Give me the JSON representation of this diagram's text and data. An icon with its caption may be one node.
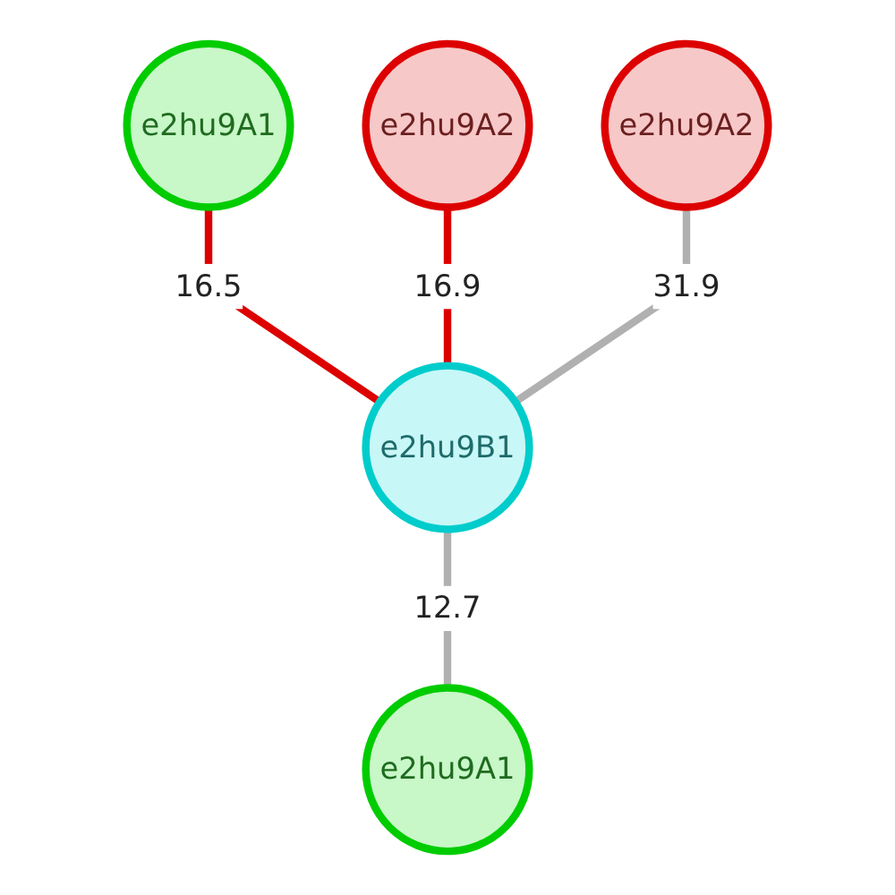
{
  "diagram": {
    "nodes": [
      {
        "text": [
          "e2hu9A1"
        ]
      },
      {
        "text": [
          "e2hu9A2"
        ]
      },
      {
        "text": [
          "e2hu9A2"
        ]
      },
      {
        "text": [
          "e2hu9B1"
        ]
      },
      {
        "text": [
          "e2hu9A1"
        ]
      }
    ],
    "edges": [
      {
        "from": 0,
        "to": 3,
        "arrow": "none",
        "label": "16.5",
        "color": "#dd0000"
      },
      {
        "from": 1,
        "to": 3,
        "arrow": "none",
        "label": "16.9",
        "color": "#dd0000"
      },
      {
        "from": 2,
        "to": 3,
        "arrow": "none",
        "label": "31.9",
        "color": "#b0b0b0"
      },
      {
        "from": 3,
        "to": 4,
        "arrow": "none",
        "label": "12.7",
        "color": "#b0b0b0"
      }
    ]
  }
}
